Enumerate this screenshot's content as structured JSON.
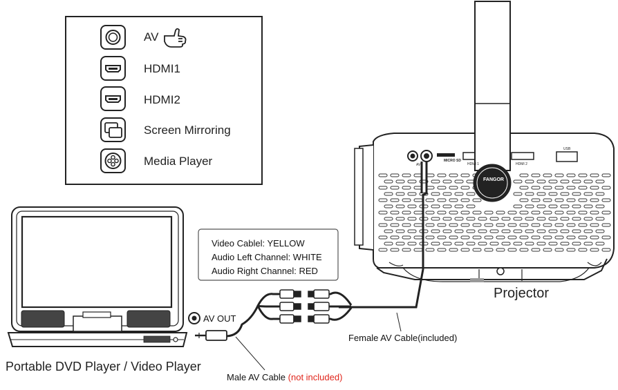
{
  "menu": {
    "items": [
      {
        "label": "AV",
        "icon": "circle-port-icon",
        "selected": true
      },
      {
        "label": "HDMI1",
        "icon": "hdmi-port-icon"
      },
      {
        "label": "HDMI2",
        "icon": "hdmi-port-icon"
      },
      {
        "label": "Screen Mirroring",
        "icon": "screen-mirroring-icon"
      },
      {
        "label": "Media Player",
        "icon": "media-player-icon"
      }
    ],
    "pointer_icon": "hand-pointer-icon"
  },
  "cable_legend": [
    "Video Cablel: YELLOW",
    "Audio Left Channel: WHITE",
    "Audio Right Channel: RED"
  ],
  "dvd_player": {
    "port_label": "AV OUT",
    "caption": "Portable DVD Player / Video Player"
  },
  "projector": {
    "caption": "Projector",
    "brand": "FANGOR",
    "port_labels": [
      "AV",
      "MICRO SD",
      "HDMI 1",
      "HDMI 2",
      "USB"
    ]
  },
  "cables": {
    "female_label": "Female AV Cable(included)",
    "male_label": "Male AV Cable",
    "male_note": "(not included)",
    "note_color": "#e0251b"
  }
}
